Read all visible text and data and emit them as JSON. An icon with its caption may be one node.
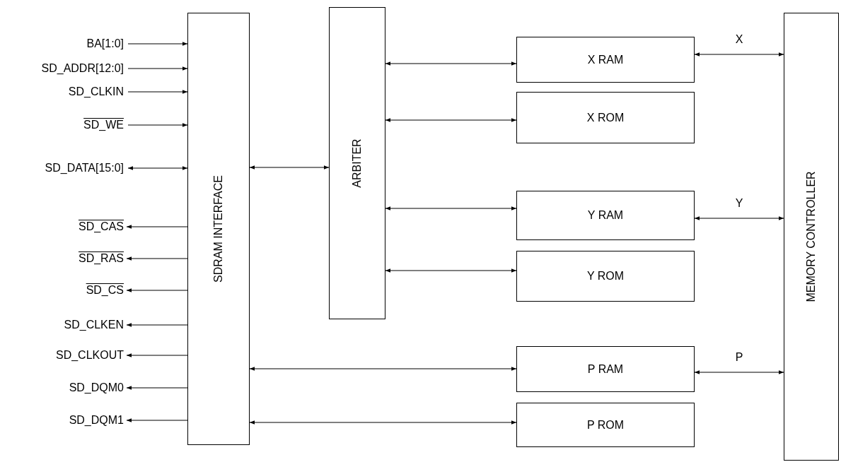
{
  "diagram": {
    "nodes": [
      {
        "text": [
          "SDRAM INTERFACE"
        ]
      },
      {
        "text": [
          "ARBITER"
        ]
      },
      {
        "text": [
          "X RAM"
        ]
      },
      {
        "text": [
          "X ROM"
        ]
      },
      {
        "text": [
          "Y RAM"
        ]
      },
      {
        "text": [
          "Y ROM"
        ]
      },
      {
        "text": [
          "P RAM"
        ]
      },
      {
        "text": [
          "P ROM"
        ]
      },
      {
        "text": [
          "MEMORY CONTROLLER"
        ]
      },
      {
        "text": [
          "BA[1:0]"
        ]
      },
      {
        "text": [
          "SD_ADDR[12:0]"
        ]
      },
      {
        "text": [
          "SD_CLKIN"
        ]
      },
      {
        "text": [
          "SD_WE"
        ]
      },
      {
        "text": [
          "SD_DATA[15:0]"
        ]
      },
      {
        "text": [
          "SD_CAS"
        ]
      },
      {
        "text": [
          "SD_RAS"
        ]
      },
      {
        "text": [
          "SD_CS"
        ]
      },
      {
        "text": [
          "SD_CLKEN"
        ]
      },
      {
        "text": [
          "SD_CLKOUT"
        ]
      },
      {
        "text": [
          "SD_DQM0"
        ]
      },
      {
        "text": [
          "SD_DQM1"
        ]
      }
    ],
    "edges": [
      {
        "from": 9,
        "to": 0,
        "arrow": "to"
      },
      {
        "from": 10,
        "to": 0,
        "arrow": "to"
      },
      {
        "from": 11,
        "to": 0,
        "arrow": "to"
      },
      {
        "from": 12,
        "to": 0,
        "arrow": "to"
      },
      {
        "from": 13,
        "to": 0,
        "arrow": "both"
      },
      {
        "from": 0,
        "to": 14,
        "arrow": "to"
      },
      {
        "from": 0,
        "to": 15,
        "arrow": "to"
      },
      {
        "from": 0,
        "to": 16,
        "arrow": "to"
      },
      {
        "from": 0,
        "to": 17,
        "arrow": "to"
      },
      {
        "from": 0,
        "to": 18,
        "arrow": "to"
      },
      {
        "from": 0,
        "to": 19,
        "arrow": "to"
      },
      {
        "from": 0,
        "to": 20,
        "arrow": "to"
      },
      {
        "from": 0,
        "to": 1,
        "arrow": "both"
      },
      {
        "from": 1,
        "to": 2,
        "arrow": "both"
      },
      {
        "from": 1,
        "to": 3,
        "arrow": "both"
      },
      {
        "from": 1,
        "to": 4,
        "arrow": "both"
      },
      {
        "from": 1,
        "to": 5,
        "arrow": "both"
      },
      {
        "from": 0,
        "to": 6,
        "arrow": "both"
      },
      {
        "from": 0,
        "to": 7,
        "arrow": "both"
      },
      {
        "from": 2,
        "to": 8,
        "arrow": "both",
        "label": "X"
      },
      {
        "from": 4,
        "to": 8,
        "arrow": "both",
        "label": "Y"
      },
      {
        "from": 6,
        "to": 8,
        "arrow": "both",
        "label": "P"
      }
    ]
  }
}
